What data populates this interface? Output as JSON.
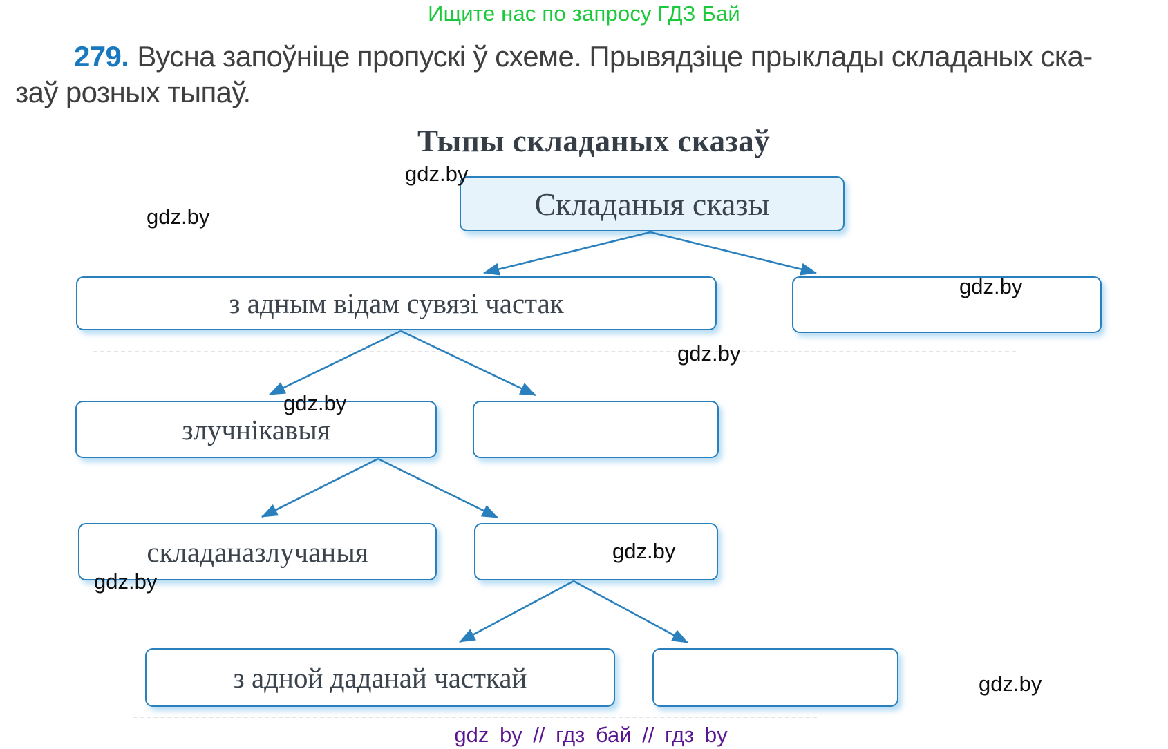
{
  "header": {
    "promo_text": "Ищите нас по запросу ГДЗ Бай",
    "promo_color": "#1dc93c"
  },
  "exercise": {
    "number": "279.",
    "number_color": "#1878c0",
    "text_line1": "Вусна запоўніце пропускі ў схеме. Прывядзіце прыклады складаных ска-",
    "text_line2": "заў розных тыпаў."
  },
  "diagram": {
    "title": "Тыпы складаных сказаў",
    "accent_color": "#2980bd",
    "root_fill_color": "#e7f3fb",
    "boxes": [
      {
        "id": "root",
        "label": "Складаныя сказы"
      },
      {
        "id": "one-type-connection",
        "label": "з адным відам сувязі частак"
      },
      {
        "id": "blank-right-level2",
        "label": ""
      },
      {
        "id": "conjunctional",
        "label": "злучнікавыя"
      },
      {
        "id": "blank-right-level3",
        "label": ""
      },
      {
        "id": "compound",
        "label": "складаназлучаныя"
      },
      {
        "id": "blank-right-level4",
        "label": ""
      },
      {
        "id": "one-subordinate",
        "label": "з адной даданай часткай"
      },
      {
        "id": "blank-right-level5",
        "label": ""
      }
    ]
  },
  "watermark": {
    "text": "gdz.by"
  },
  "footer": {
    "text": "gdz by // гдз бай // гдз by",
    "color": "#5a1691"
  }
}
